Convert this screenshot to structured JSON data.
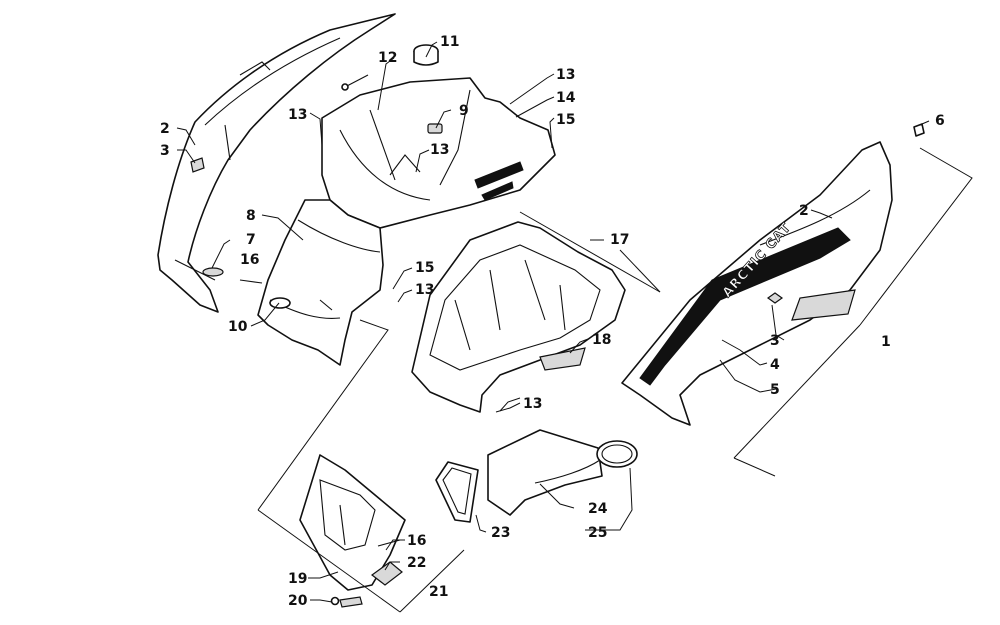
{
  "brand_text": "ARCTIC CAT",
  "callouts": {
    "c11": "11",
    "c12": "12",
    "c13a": "13",
    "c13b": "13",
    "c13c": "13",
    "c13d": "13",
    "c13e": "13",
    "c14": "14",
    "c15a": "15",
    "c15b": "15",
    "c9": "9",
    "c6": "6",
    "c2a": "2",
    "c3a": "3",
    "c2b": "2",
    "c3b": "3",
    "c8": "8",
    "c7": "7",
    "c16a": "16",
    "c10": "10",
    "c17": "17",
    "c18": "18",
    "c1": "1",
    "c4": "4",
    "c5": "5",
    "c24": "24",
    "c25": "25",
    "c23": "23",
    "c16b": "16",
    "c22": "22",
    "c19": "19",
    "c20": "20",
    "c21": "21"
  }
}
